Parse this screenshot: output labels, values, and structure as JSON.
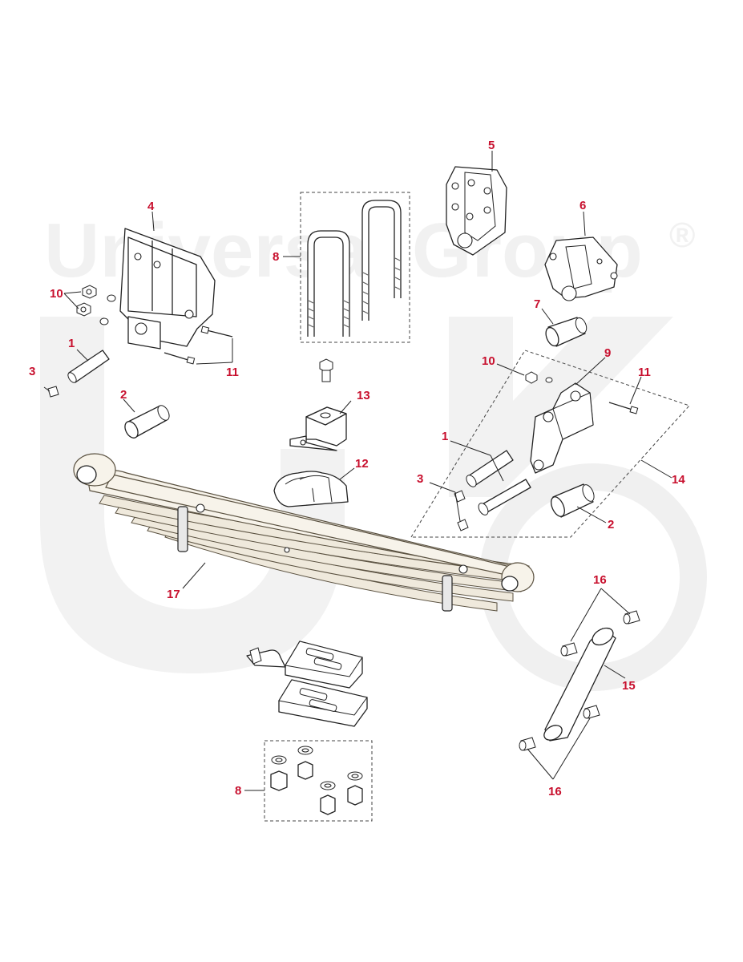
{
  "watermark": {
    "text": "Universal Group",
    "registered_mark": "®"
  },
  "callouts": {
    "c1_left": "1",
    "c2_left": "2",
    "c3_left": "3",
    "c4": "4",
    "c5": "5",
    "c6": "6",
    "c7": "7",
    "c8_top": "8",
    "c9": "9",
    "c10_left": "10",
    "c10_right": "10",
    "c11_left": "11",
    "c11_right": "11",
    "c12": "12",
    "c13": "13",
    "c14": "14",
    "c1_right": "1",
    "c3_right": "3",
    "c2_right": "2",
    "c15": "15",
    "c16_top": "16",
    "c16_bottom": "16",
    "c17": "17",
    "c8_bottom": "8"
  },
  "colors": {
    "callout": "#c8102e",
    "watermark": "#f1f1f1",
    "leaf_spring": "#efe9dc"
  }
}
